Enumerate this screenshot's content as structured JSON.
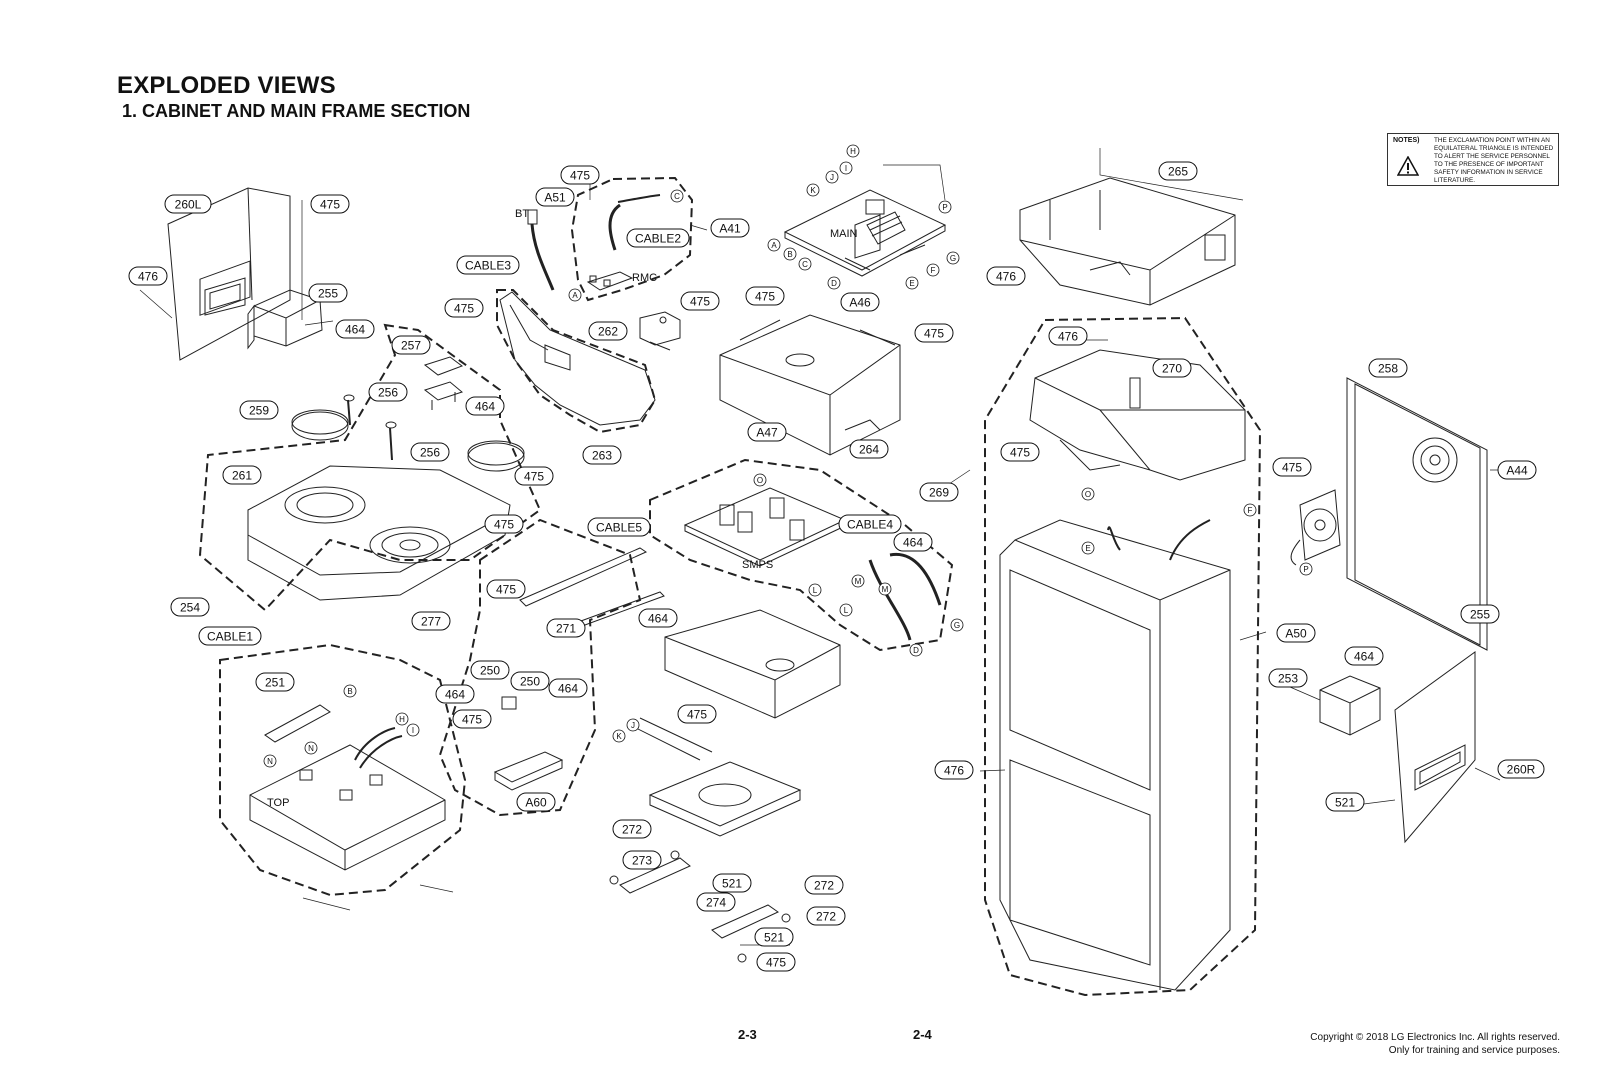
{
  "header": {
    "title": "EXPLODED VIEWS",
    "subtitle": "1. CABINET AND MAIN FRAME SECTION"
  },
  "notes": {
    "label": "NOTES)",
    "text": "THE EXCLAMATION POINT WITHIN AN EQUILATERAL TRIANGLE IS INTENDED TO ALERT THE SERVICE PERSONNEL TO THE PRESENCE OF IMPORTANT SAFETY INFORMATION IN SERVICE LITERATURE."
  },
  "footer": {
    "page_left": "2-3",
    "page_right": "2-4",
    "copyright_line1": "Copyright © 2018 LG Electronics Inc. All rights reserved.",
    "copyright_line2": "Only for training and service purposes."
  },
  "board_labels": {
    "bt": "BT",
    "rmc": "RMC",
    "main": "MAIN",
    "smps": "SMPS",
    "top": "TOP"
  },
  "callouts": [
    "260L",
    "475",
    "476",
    "255",
    "464",
    "475",
    "A51",
    "CABLE2",
    "A41",
    "CABLE3",
    "475",
    "262",
    "475",
    "475",
    "A46",
    "475",
    "265",
    "476",
    "476",
    "270",
    "258",
    "257",
    "256",
    "259",
    "464",
    "256",
    "475",
    "261",
    "263",
    "264",
    "475",
    "475",
    "A47",
    "CABLE5",
    "CABLE4",
    "464",
    "269",
    "475",
    "A44",
    "254",
    "475",
    "277",
    "271",
    "464",
    "A50",
    "CABLE1",
    "251",
    "250",
    "250",
    "464",
    "464",
    "475",
    "255",
    "464",
    "253",
    "A60",
    "476",
    "260R",
    "521",
    "272",
    "273",
    "274",
    "521",
    "272",
    "521",
    "272",
    "475",
    "475"
  ],
  "connector_letters": [
    "H",
    "I",
    "J",
    "K",
    "A",
    "B",
    "C",
    "D",
    "E",
    "F",
    "G",
    "P",
    "C",
    "A",
    "O",
    "L",
    "M",
    "L",
    "M",
    "D",
    "G",
    "O",
    "E",
    "F",
    "P",
    "B",
    "H",
    "I",
    "N",
    "N",
    "K",
    "J"
  ]
}
